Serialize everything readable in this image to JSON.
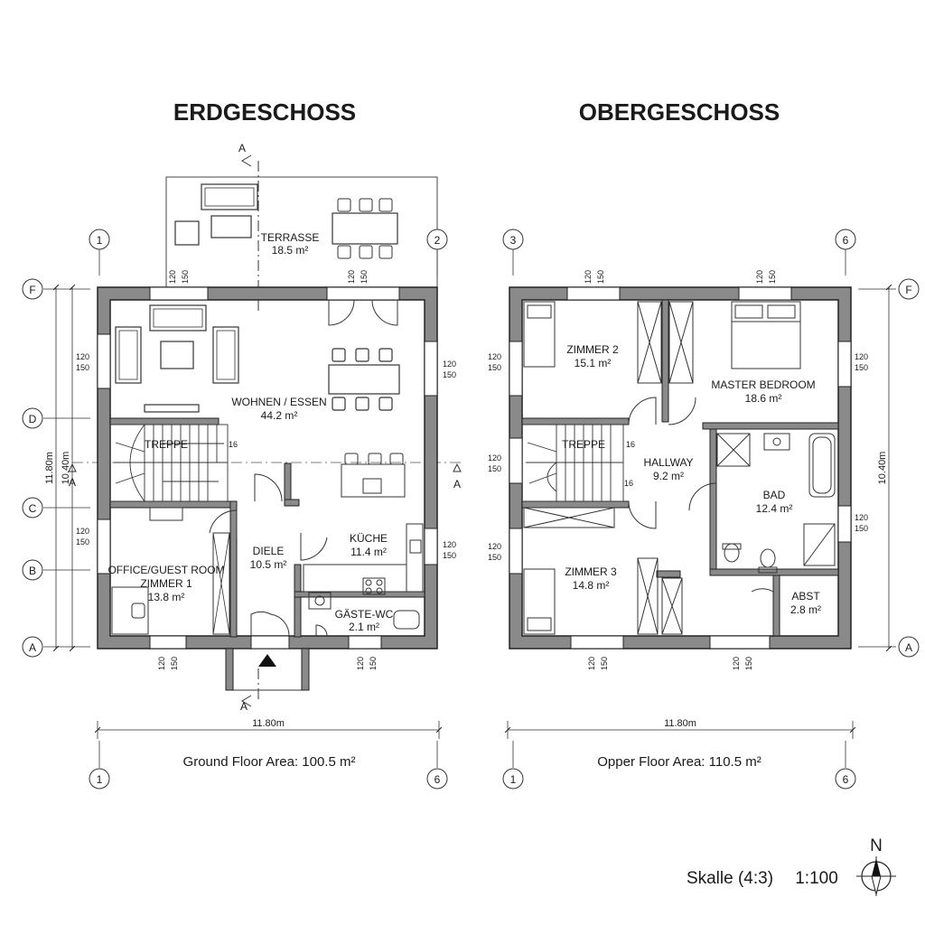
{
  "titles": {
    "ground": "ERDGESCHOSS",
    "upper": "OBERGESCHOSS"
  },
  "ground_rooms": {
    "terrasse": {
      "name": "TERRASSE",
      "area": "18.5 m²"
    },
    "wohnen": {
      "name": "WOHNEN / ESSEN",
      "area": "44.2 m²"
    },
    "treppe": {
      "name": "TREPPE",
      "steps": "16"
    },
    "diele": {
      "name": "DIELE",
      "area": "10.5 m²"
    },
    "kueche": {
      "name": "KÜCHE",
      "area": "11.4 m²"
    },
    "office": {
      "name": "OFFICE/GUEST ROOM",
      "name2": "ZIMMER 1",
      "area": "13.8 m²"
    },
    "gaeste_wc": {
      "name": "GÄSTE-WC",
      "area": "2.1 m²"
    }
  },
  "upper_rooms": {
    "zimmer2": {
      "name": "ZIMMER 2",
      "area": "15.1 m²"
    },
    "master": {
      "name": "MASTER BEDROOM",
      "area": "18.6 m²"
    },
    "treppe": {
      "name": "TREPPE",
      "steps_top": "16",
      "steps_side": "16"
    },
    "hallway": {
      "name": "HALLWAY",
      "area": "9.2 m²"
    },
    "bad": {
      "name": "BAD",
      "area": "12.4 m²"
    },
    "zimmer3": {
      "name": "ZIMMER 3",
      "area": "14.8 m²"
    },
    "abst": {
      "name": "ABST",
      "area": "2.8 m²"
    }
  },
  "window_dims": {
    "width": "120",
    "height": "150"
  },
  "dimensions": {
    "ground_width": "11.80m",
    "ground_height_outer": "11.80m",
    "ground_height_inner": "10.40m",
    "upper_width": "11.80m",
    "upper_height": "10.40m"
  },
  "grid_labels": {
    "ground_top": [
      "1",
      "2"
    ],
    "ground_bottom": [
      "1",
      "6"
    ],
    "upper_top": [
      "3",
      "6"
    ],
    "upper_bottom": [
      "1",
      "6"
    ],
    "rows_left": [
      "F",
      "D",
      "C",
      "B",
      "A"
    ],
    "rows_right": [
      "F",
      "A"
    ]
  },
  "section": {
    "marker": "A"
  },
  "floor_areas": {
    "ground": "Ground Floor Area: 100.5 m²",
    "upper": "Opper  Floor Area: 110.5 m²"
  },
  "scale": {
    "label": "Skalle (4:3)",
    "ratio": "1:100"
  },
  "north": {
    "label": "N"
  }
}
